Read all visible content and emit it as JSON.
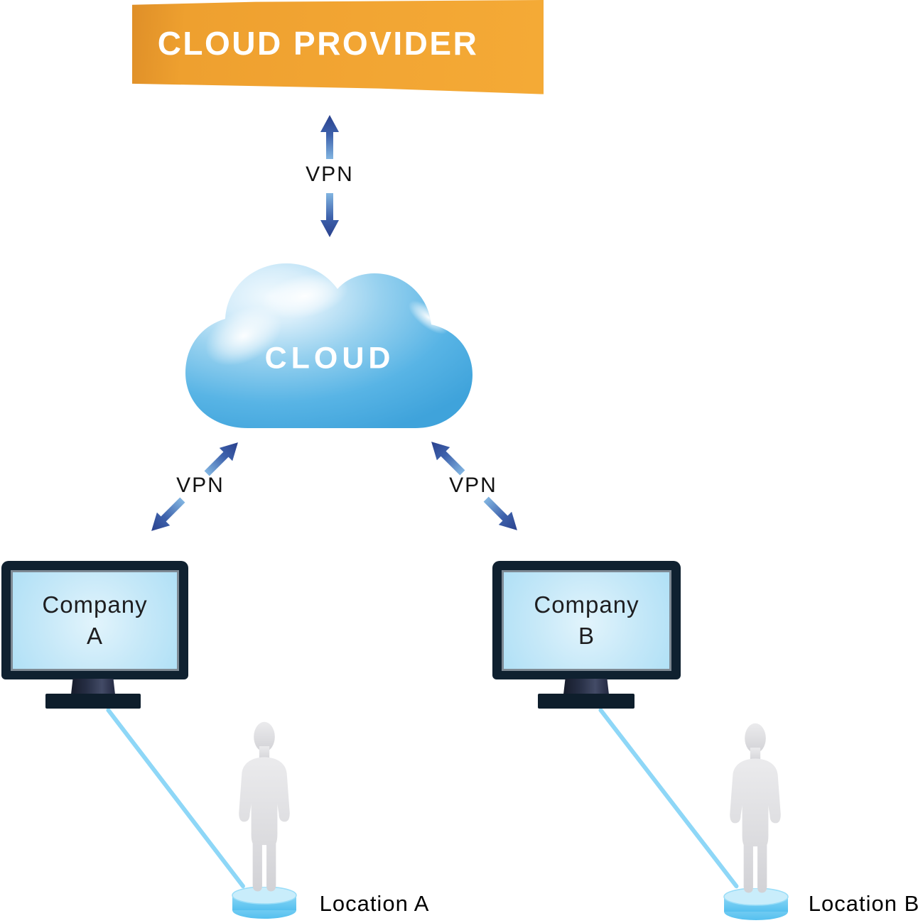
{
  "banner": {
    "label": "CLOUD PROVIDER"
  },
  "cloud": {
    "label": "CLOUD"
  },
  "links": {
    "provider": {
      "label": "VPN"
    },
    "site_a": {
      "label": "VPN"
    },
    "site_b": {
      "label": "VPN"
    }
  },
  "sites": {
    "a": {
      "company_line1": "Company",
      "company_line2": "A",
      "location": "Location A"
    },
    "b": {
      "company_line1": "Company",
      "company_line2": "B",
      "location": "Location B"
    }
  },
  "colors": {
    "banner_orange": "#F2A533",
    "cloud_blue": "#55B4E5",
    "cloud_highlight": "#E9F6FD",
    "arrow_head_navy": "#2A418D",
    "arrow_tail_blue": "#82B5E1",
    "cable_light_blue": "#8ED7F7",
    "monitor_bezel": "#0F2130",
    "screen_light_blue": "#C5E8F8",
    "platform_blue": "#6FCCF3",
    "person_gray": "#DCDCDF",
    "text_dark": "#1E1E20",
    "label_white": "#FFFFFF"
  }
}
